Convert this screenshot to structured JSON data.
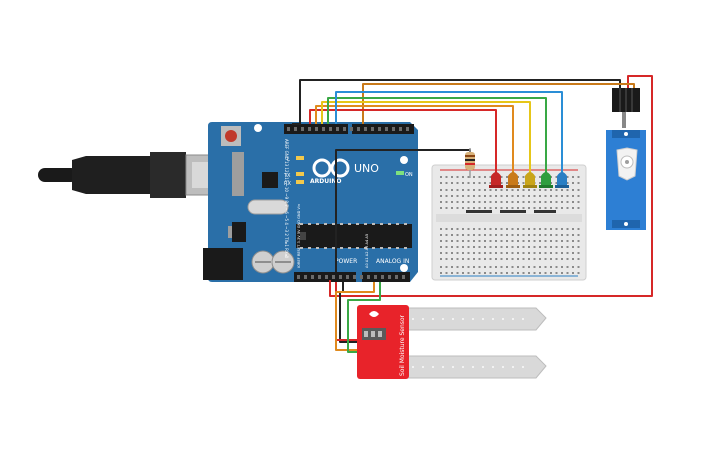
{
  "arduino": {
    "brand": "ARDUINO",
    "model": "UNO",
    "on_label": "ON",
    "power_label": "POWER",
    "analog_label": "ANALOG IN",
    "led_l": "L",
    "led_tx": "TX",
    "led_rx": "RX",
    "digital_header": "AREF GND 13 12 ~11 ~10 ~9 8 7 ~6 ~5 4 ~3 2 TX▸1 RX◂0",
    "power_header": "IOREF RESET 3.3V 5V GND GND Vin",
    "analog_header": "A0 A1 A2 A3 A4 A5"
  },
  "sensor": {
    "label": "Soil Moisture Sensor"
  },
  "colors": {
    "board": "#2a6fa8",
    "breadboard": "#e9e9e9",
    "sensor": "#e8232a",
    "probe": "#d9d9d9",
    "servo": "#2d7fd4",
    "wire_red": "#d62828",
    "wire_black": "#222222",
    "wire_orange": "#e08a1e",
    "wire_yellow": "#e6c619",
    "wire_green": "#39a845",
    "wire_blue": "#2a8ed6",
    "led_red": "#c62828",
    "led_orange": "#c97a1a",
    "led_yellow": "#c9a51a",
    "led_green": "#2e9e3e",
    "led_blue": "#2a7fc4"
  },
  "icons": [
    "usb-plug-icon",
    "arduino-logo-icon",
    "servo-horn-icon",
    "sensor-logo-icon"
  ]
}
